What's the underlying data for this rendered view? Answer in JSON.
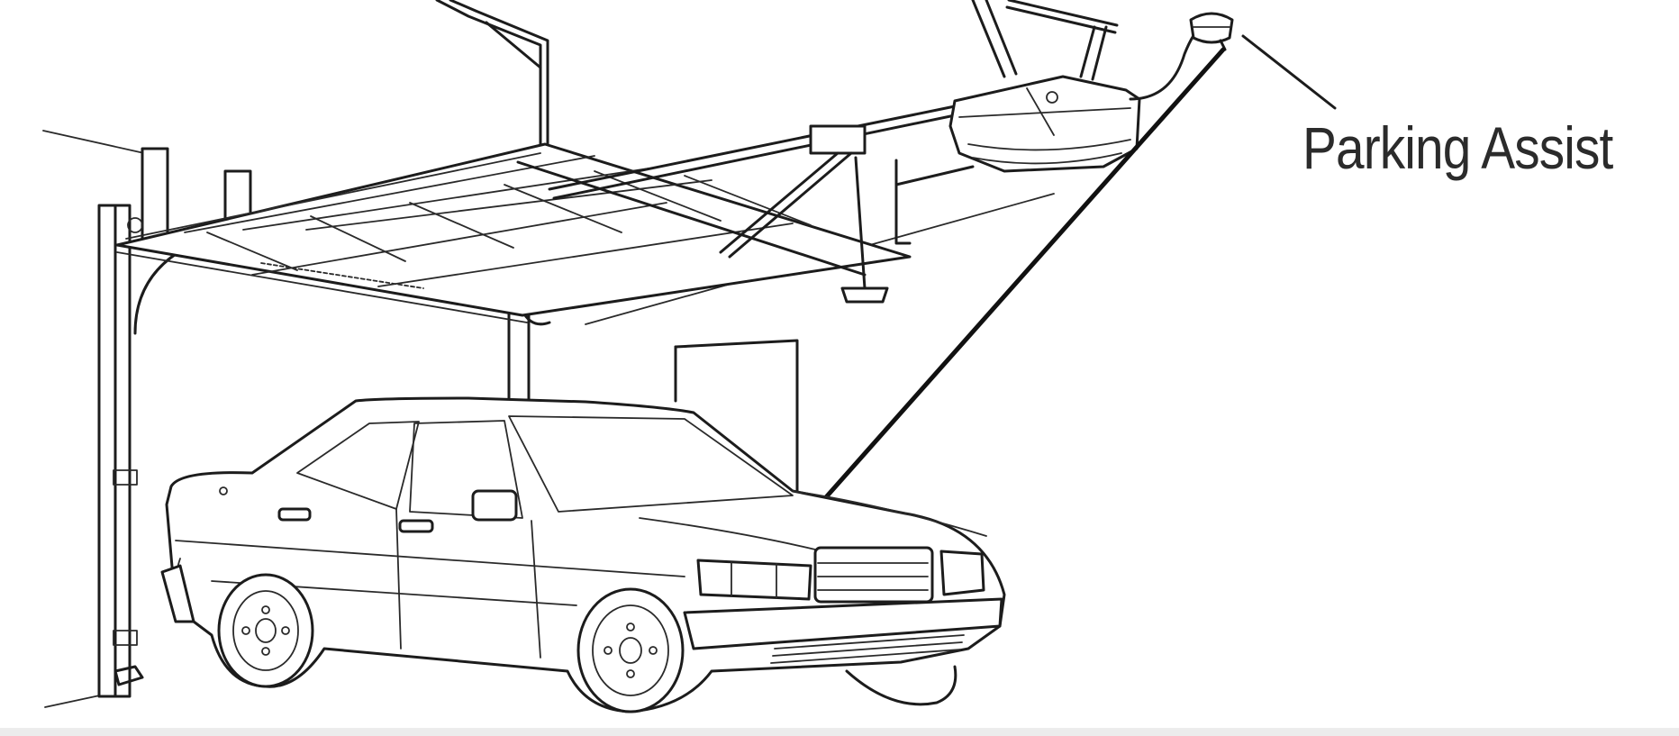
{
  "diagram": {
    "callout_label": "Parking Assist",
    "line_color": "#1c1c1c",
    "background_color": "#ffffff",
    "components": [
      "garage-door",
      "garage-door-opener",
      "parking-assist-sensor",
      "car",
      "door-track",
      "wall-door"
    ]
  }
}
